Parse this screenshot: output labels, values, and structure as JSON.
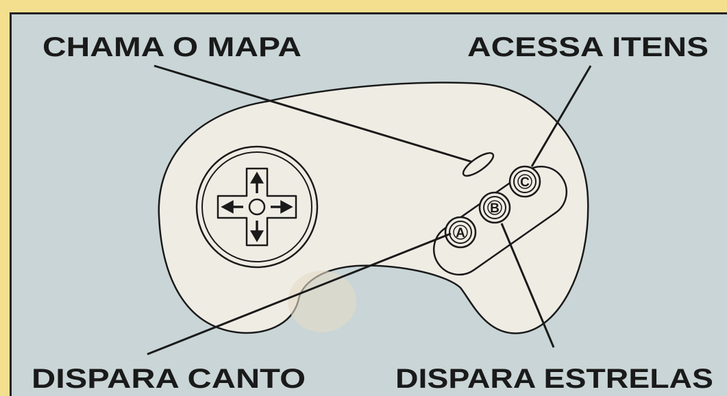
{
  "labels": {
    "map": "CHAMA O MAPA",
    "items": "ACESSA ITENS",
    "song": "DISPARA CANTO",
    "stars": "DISPARA ESTRELAS"
  },
  "buttons": {
    "a": "A",
    "b": "B",
    "c": "C"
  },
  "colors": {
    "background": "#f3df8e",
    "panel": "#c9d5d6",
    "controller": "#efece4",
    "ink": "#1a1a1a"
  }
}
